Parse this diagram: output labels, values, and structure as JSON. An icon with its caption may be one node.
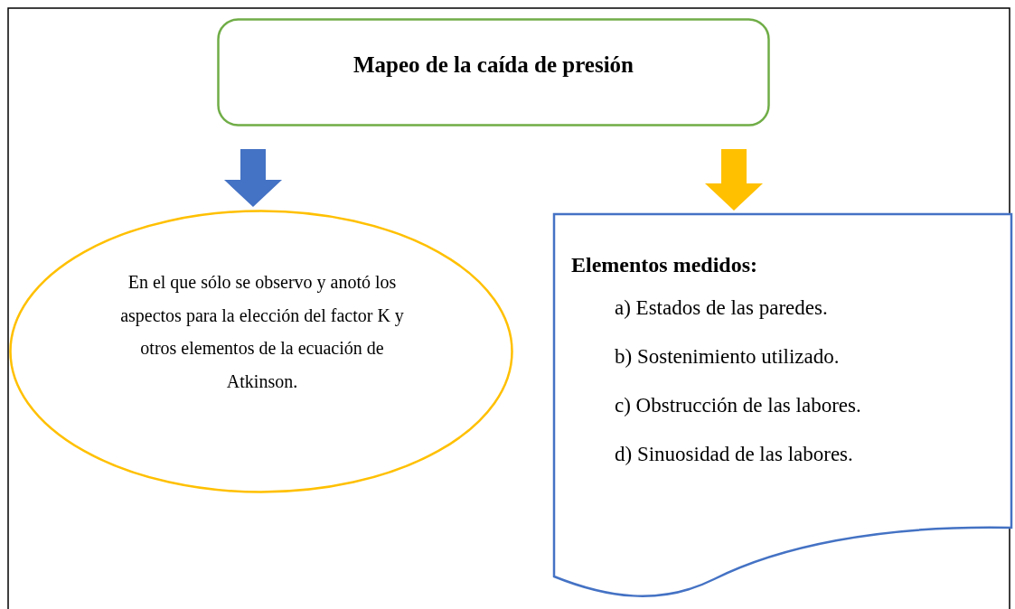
{
  "diagram": {
    "nodes": [
      {
        "text": [
          "Mapeo de la caída de presión"
        ]
      },
      {
        "text": [
          "En el que sólo se observo y anotó los aspectos para la elección del factor K y otros elementos de la ecuación de Atkinson."
        ]
      },
      {
        "text": [
          "Elementos medidos:",
          "a) Estados de las paredes.",
          "b) Sostenimiento utilizado.",
          "c) Obstrucción de las labores.",
          "d) Sinuosidad de las labores."
        ]
      }
    ],
    "edges": [
      {
        "from": 0,
        "to": 1,
        "arrow": "to",
        "style": "thick",
        "color": "#4472c4"
      },
      {
        "from": 0,
        "to": 2,
        "arrow": "to",
        "style": "thick",
        "color": "#ffc000"
      }
    ]
  }
}
